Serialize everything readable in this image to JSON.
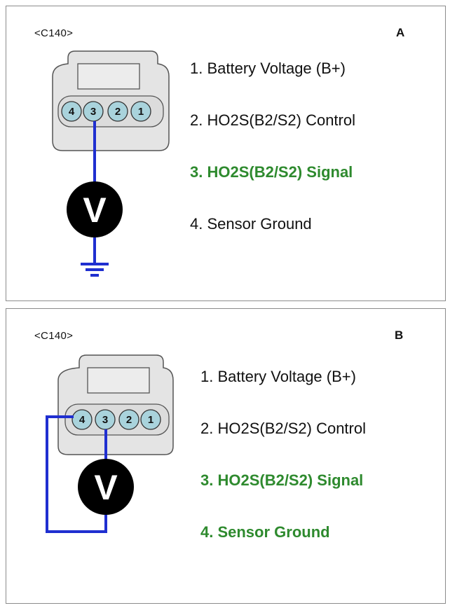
{
  "panels": [
    {
      "connector": "<C140>",
      "letter": "A",
      "pins": [
        "4",
        "3",
        "2",
        "1"
      ],
      "meter": "V",
      "items": [
        {
          "text": "1. Battery Voltage (B+)",
          "highlight": false
        },
        {
          "text": "2. HO2S(B2/S2) Control",
          "highlight": false
        },
        {
          "text": "3. HO2S(B2/S2) Signal",
          "highlight": true
        },
        {
          "text": "4. Sensor Ground",
          "highlight": false
        }
      ]
    },
    {
      "connector": "<C140>",
      "letter": "B",
      "pins": [
        "4",
        "3",
        "2",
        "1"
      ],
      "meter": "V",
      "items": [
        {
          "text": "1. Battery Voltage (B+)",
          "highlight": false
        },
        {
          "text": "2. HO2S(B2/S2) Control",
          "highlight": false
        },
        {
          "text": "3. HO2S(B2/S2) Signal",
          "highlight": true
        },
        {
          "text": "4. Sensor Ground",
          "highlight": true
        }
      ]
    }
  ],
  "colors": {
    "wire": "#1f2fd0",
    "highlight_text": "#2e8a2e",
    "connector_fill": "#e4e4e4",
    "pin_fill": "#a9d3dc"
  }
}
